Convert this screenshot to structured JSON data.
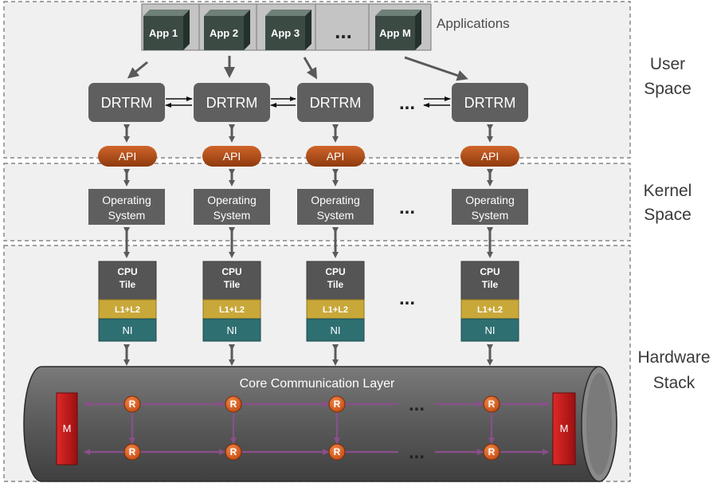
{
  "applications": {
    "label": "Applications",
    "apps": [
      "App 1",
      "App 2",
      "App 3",
      "App M"
    ],
    "ellipsis": "..."
  },
  "layers": {
    "user_space": [
      "User",
      "Space"
    ],
    "kernel_space": [
      "Kernel",
      "Space"
    ],
    "hardware_stack": [
      "Hardware",
      "Stack"
    ]
  },
  "columns": {
    "drtrm_label": "DRTRM",
    "api_label": "API",
    "os_label": [
      "Operating",
      "System"
    ],
    "cpu_label": [
      "CPU",
      "Tile"
    ],
    "cache_label": "L1+L2",
    "ni_label": "NI",
    "ellipsis": "..."
  },
  "interconnect": {
    "title": "Core Communication Layer",
    "router_label": "R",
    "memory_label": "M",
    "ellipsis": "..."
  },
  "colors": {
    "dark_gray": "#5f5f5f",
    "api_orange": "#b84c14",
    "cache_gold": "#c9a83a",
    "ni_teal": "#2e6f72",
    "router_orange": "#d4561a",
    "memory_red": "#c01b1b",
    "link_purple": "#8a4f8a"
  }
}
